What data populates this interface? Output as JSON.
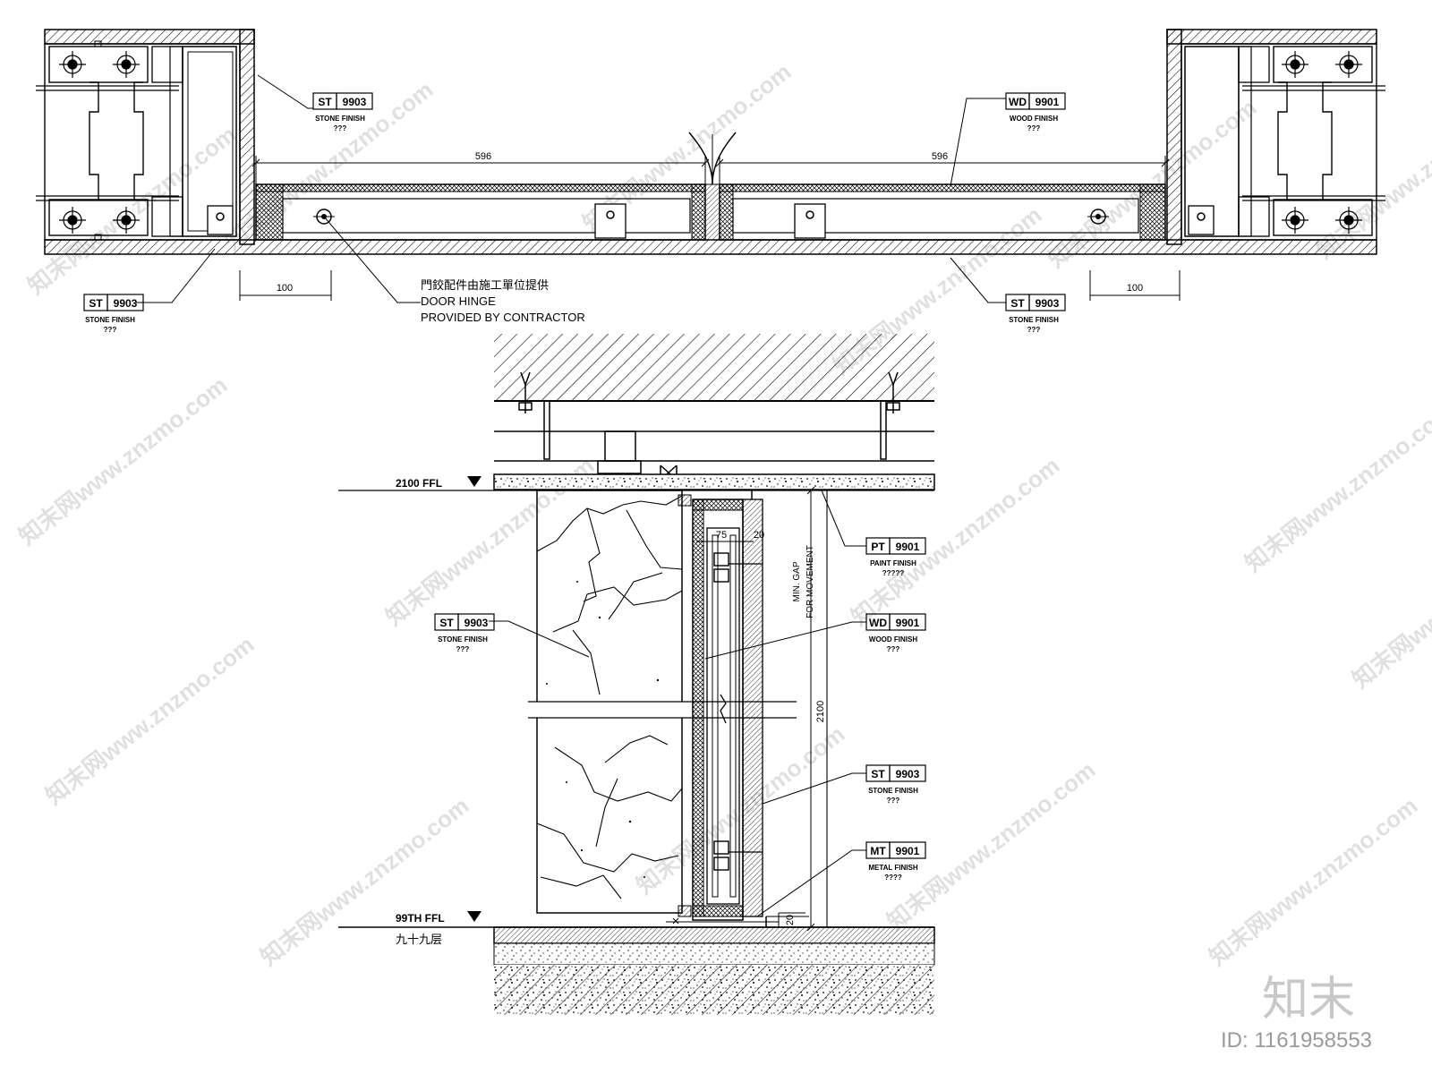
{
  "tags": {
    "st_top_left": {
      "code": "ST",
      "num": "9903",
      "desc": "STONE FINISH",
      "q": "???"
    },
    "wd_top_right": {
      "code": "WD",
      "num": "9901",
      "desc": "WOOD FINISH",
      "q": "???"
    },
    "st_bot_left": {
      "code": "ST",
      "num": "9903",
      "desc": "STONE FINISH",
      "q": "???"
    },
    "st_bot_right": {
      "code": "ST",
      "num": "9903",
      "desc": "STONE FINISH",
      "q": "???"
    },
    "pt_sec": {
      "code": "PT",
      "num": "9901",
      "desc": "PAINT FINISH",
      "q": "?????"
    },
    "st_sec_left": {
      "code": "ST",
      "num": "9903",
      "desc": "STONE FINISH",
      "q": "???"
    },
    "wd_sec": {
      "code": "WD",
      "num": "9901",
      "desc": "WOOD FINISH",
      "q": "???"
    },
    "st_sec_right": {
      "code": "ST",
      "num": "9903",
      "desc": "STONE FINISH",
      "q": "???"
    },
    "mt_sec": {
      "code": "MT",
      "num": "9901",
      "desc": "METAL FINISH",
      "q": "????"
    }
  },
  "dims": {
    "left_width": "596",
    "right_width": "596",
    "left_offset": "100",
    "right_offset": "100",
    "plate": "75",
    "plate_gap": "20",
    "height": "2100",
    "bottom_gap": "20"
  },
  "notes": {
    "hinge_cn": "門鉸配件由施工單位提供",
    "hinge_en1": "DOOR HINGE",
    "hinge_en2": "PROVIDED BY CONTRACTOR",
    "gap_1": "MIN. GAP",
    "gap_2": "FOR MOVEMENT"
  },
  "levels": {
    "top": "2100 FFL",
    "bottom": "99TH FFL",
    "bottom_cn": "九十九层"
  },
  "watermark": {
    "text": "知末网www.znzmo.com",
    "brand": "知末",
    "id": "ID: 1161958553"
  }
}
